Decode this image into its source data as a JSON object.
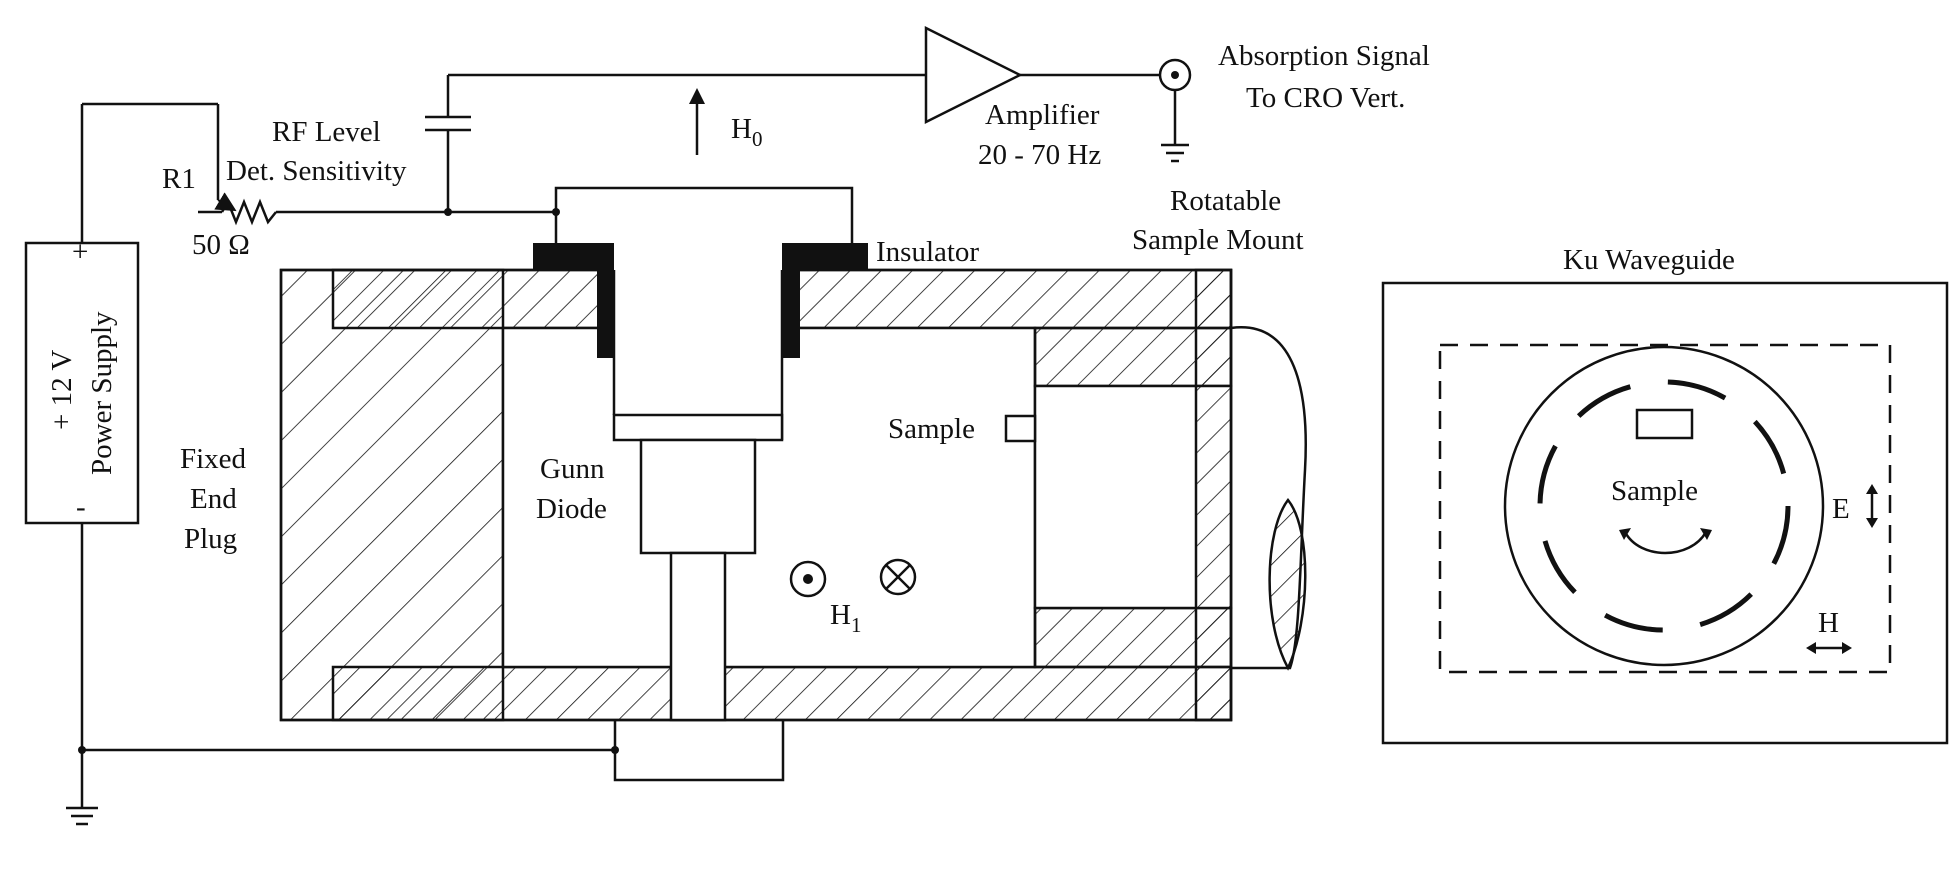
{
  "labels": {
    "absorption_line1": "Absorption Signal",
    "absorption_line2": "To CRO Vert.",
    "amplifier": "Amplifier",
    "amplifier_freq": "20 - 70 Hz",
    "h0": "H",
    "h0_sub": "0",
    "rf_level": "RF Level",
    "det_sensitivity": "Det. Sensitivity",
    "r1": "R1",
    "r1_value": "50 Ω",
    "rotatable": "Rotatable",
    "sample_mount": "Sample Mount",
    "insulator": "Insulator",
    "ku_waveguide": "Ku Waveguide",
    "power_supply_v": "+ 12 V",
    "power_supply": "Power Supply",
    "plus": "+",
    "minus": "-",
    "fixed": "Fixed",
    "end": "End",
    "plug": "Plug",
    "gunn": "Gunn",
    "diode": "Diode",
    "sample_left": "Sample",
    "sample_right": "Sample",
    "h1": "H",
    "h1_sub": "1",
    "e_field": "E",
    "h_field": "H"
  },
  "colors": {
    "ink": "#111111",
    "background": "#ffffff"
  }
}
